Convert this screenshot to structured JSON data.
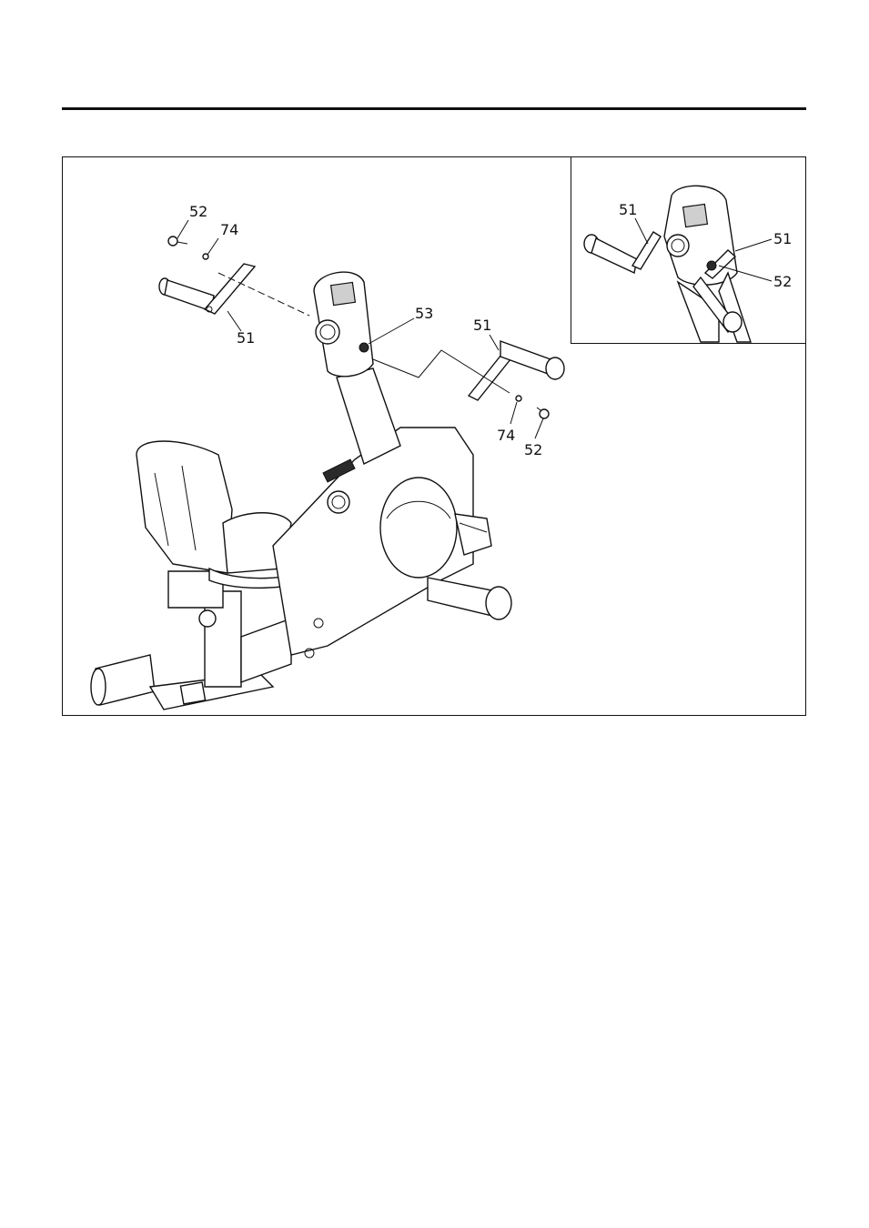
{
  "figure": {
    "main_labels": {
      "bolt_left": "52",
      "washer_left": "74",
      "pedal_left": "51",
      "cover_center": "53",
      "pedal_right": "51",
      "washer_right": "74",
      "bolt_right": "52"
    },
    "inset_labels": {
      "pedal_left": "51",
      "pedal_right": "51",
      "bolt_right": "52"
    }
  }
}
